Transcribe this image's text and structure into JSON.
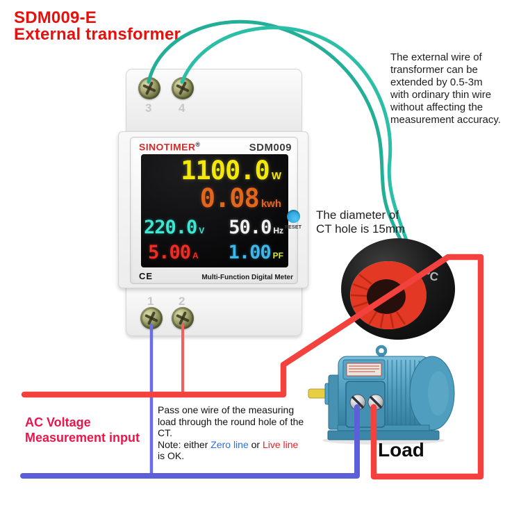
{
  "title": {
    "line1": "SDM009-E",
    "line2": "External transformer"
  },
  "annotations": {
    "transformer_note": "The external wire of\ntransformer can be\nextended by 0.5-3m\nwith ordinary thin wire\nwithout affecting the\nmeasurement accuracy.",
    "ct_note": "The diameter of\nCT hole is 15mm",
    "ac_input_label": "AC Voltage\nMeasurement input",
    "load_label": "Load"
  },
  "note": {
    "parts": [
      {
        "text": "Pass one wire of the measuring load through the round hole of the CT.\nNote: either ",
        "color": "default"
      },
      {
        "text": "Zero line",
        "color": "blue"
      },
      {
        "text": " or ",
        "color": "default"
      },
      {
        "text": "Live line",
        "color": "red"
      },
      {
        "text": " is OK.",
        "color": "default"
      }
    ]
  },
  "meter": {
    "brand": "SINOTIMER",
    "brand_reg": "®",
    "model": "SDM009",
    "display": {
      "power_value": "1100.0",
      "power_unit": "W",
      "energy_value": "0.08",
      "energy_unit": "kwh",
      "voltage_value": "220.0",
      "voltage_unit": "V",
      "freq_value": "50.0",
      "freq_unit": "Hz",
      "current_value": "5.00",
      "current_unit": "A",
      "pf_value": "1.00",
      "pf_unit": "PF"
    },
    "footer": "Multi-Function Digital Meter",
    "ce_mark": "CE",
    "reset_label": "RESET",
    "terminals_top": [
      "3",
      "4"
    ],
    "terminals_bottom": [
      "1",
      "2"
    ]
  },
  "ct": {
    "marking": "°C"
  },
  "colors": {
    "title_red": "#e8100c",
    "accent_crimson": "#e8174b",
    "brand_red": "#d42a2a",
    "wire_teal": "#2cbfa7",
    "wire_red": "#f3413e",
    "wire_blue": "#5d5fd8",
    "zero_line_blue": "#2a6de8",
    "live_line_red": "#ee1c1c",
    "lcd_yellow": "#f4e70a",
    "lcd_orange": "#e2671c",
    "lcd_cyan": "#3ee6d2",
    "lcd_white": "#f2f2f2",
    "lcd_red": "#ee2e24",
    "lcd_blue": "#3cb9ea",
    "lcd_pf_yellow": "#d9e81f",
    "reset_blue": "#2fa8e0"
  }
}
